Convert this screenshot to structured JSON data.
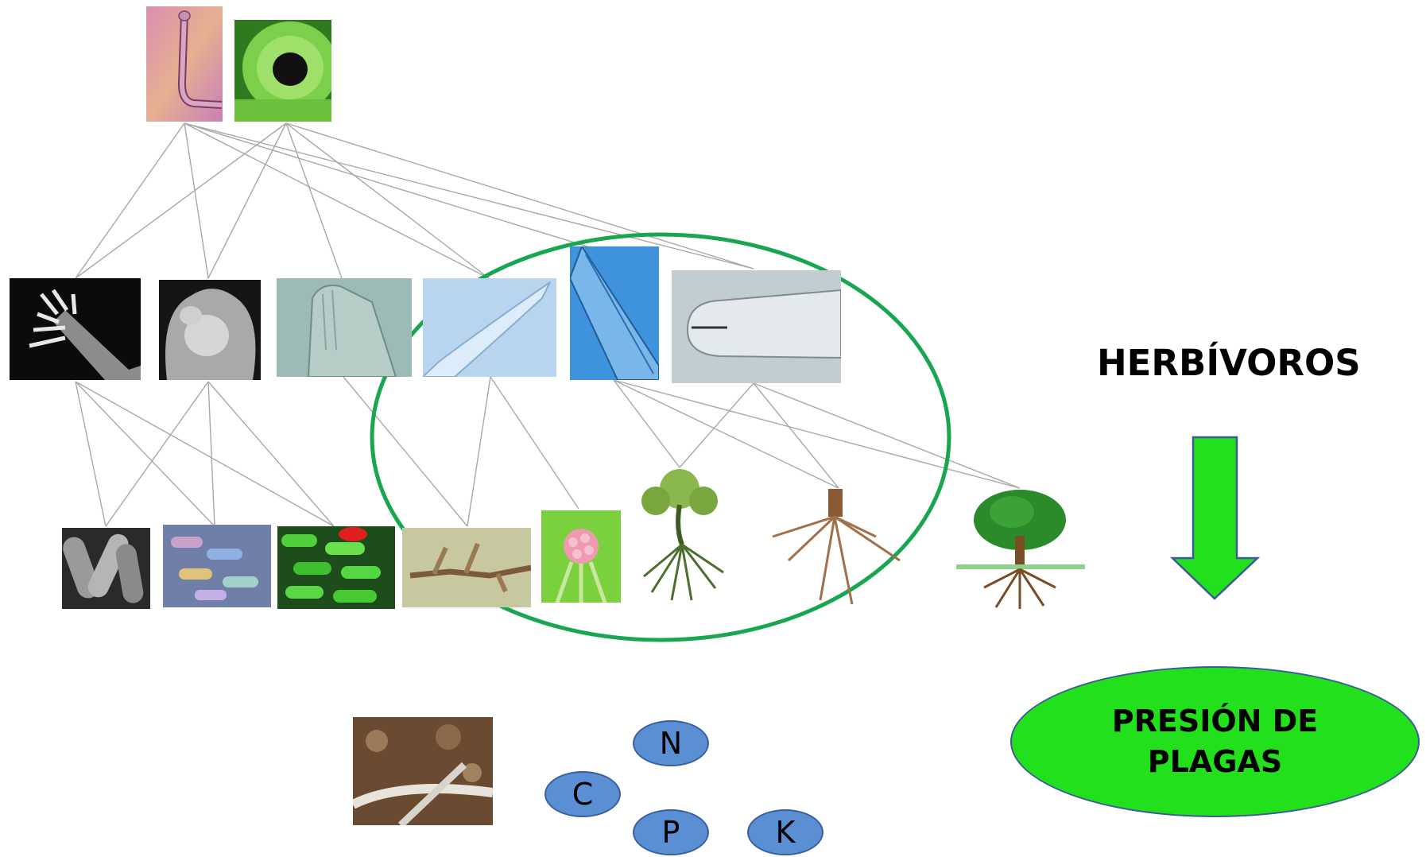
{
  "labels": {
    "herbivoros": "HERBÍVOROS",
    "presion_de_plagas": "PRESIÓN DE PLAGAS"
  },
  "nutrients": [
    "N",
    "C",
    "P",
    "K"
  ],
  "colors": {
    "ellipse_outline": "#18a650",
    "arrow_fill": "#22e01c",
    "plagas_fill": "#22e01c",
    "nutrient_fill": "#5b8fd4",
    "link_lines": "#a8a8a8"
  },
  "icons": {
    "predators": [
      "nematode-light-micrograph",
      "nematode-mouth-sem"
    ],
    "nematodes": [
      "nematode-lips-sem",
      "nematode-head-sem",
      "nematode-head-micrograph-1",
      "nematode-tail-micrograph",
      "nematode-stylet-micrograph",
      "nematode-stylet-micrograph-2"
    ],
    "microbes_and_plants": [
      "rod-bacteria-sem",
      "bacteria-colored",
      "green-bacteria",
      "fungal-hyphae",
      "fungal-sporangia",
      "tree-with-roots",
      "root-system",
      "tree-on-grass"
    ],
    "soil": [
      "soil-litter-photo"
    ]
  }
}
